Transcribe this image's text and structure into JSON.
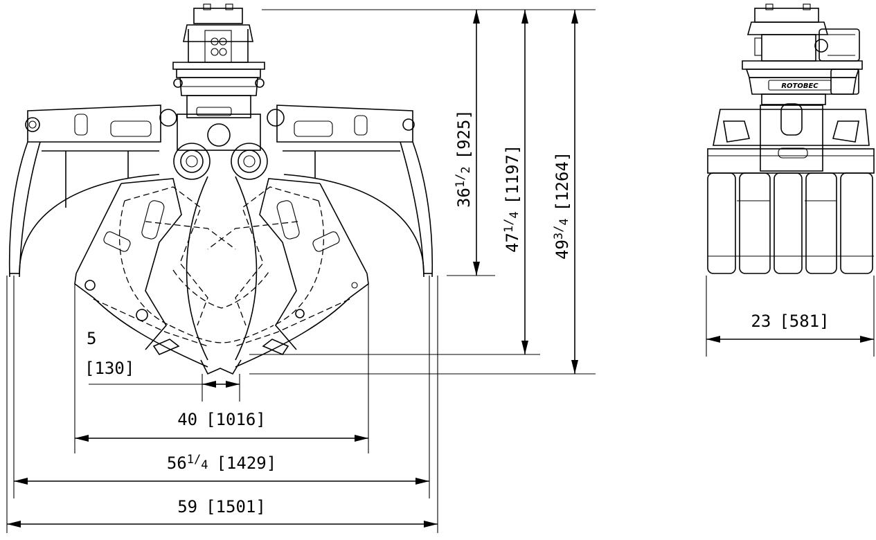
{
  "dimensions": {
    "height_rotator": {
      "whole": "36",
      "num": "1",
      "den": "2",
      "metric": "925"
    },
    "height_open": {
      "whole": "47",
      "num": "1",
      "den": "4",
      "metric": "1197"
    },
    "height_total": {
      "whole": "49",
      "num": "3",
      "den": "4",
      "metric": "1264"
    },
    "tip_gap": {
      "whole": "5",
      "metric": "130"
    },
    "width_inner": {
      "whole": "40",
      "metric": "1016"
    },
    "width_mid": {
      "whole": "56",
      "num": "1",
      "den": "4",
      "metric": "1429"
    },
    "width_outer": {
      "whole": "59",
      "metric": "1501"
    },
    "width_side": {
      "whole": "23",
      "metric": "581"
    }
  },
  "brand_plate": "ROTOBEC"
}
